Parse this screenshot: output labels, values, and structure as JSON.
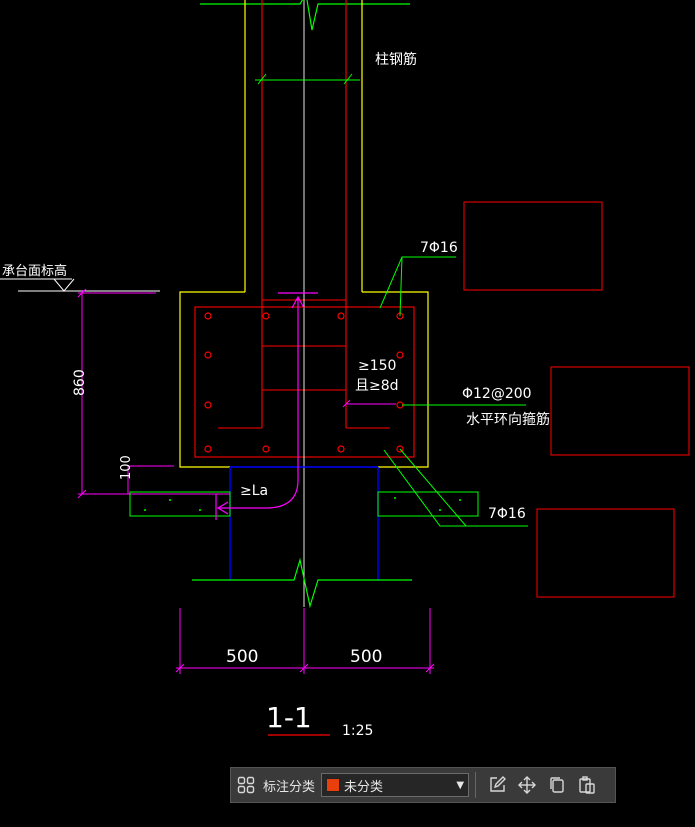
{
  "colors": {
    "background": "#000000",
    "green": "#00ff00",
    "red": "#ff0000",
    "yellow": "#ffff00",
    "magenta": "#ff00ff",
    "blue": "#0000ff",
    "white": "#ffffff",
    "swatch": "#e8400c"
  },
  "drawing": {
    "label_column_rebar": "柱钢筋",
    "label_top_rebar": "7Φ16",
    "label_cap_top_elevation": "承台面标高",
    "dim_depth": "860",
    "label_min_150": "≥150",
    "label_and_8d": "且≥8d",
    "label_stirrup_spec": "Φ12@200",
    "label_stirrup_name": "水平环向箍筋",
    "dim_cover": "100",
    "label_anchor": "≥La",
    "label_bottom_rebar": "7Φ16",
    "dim_left": "500",
    "dim_right": "500",
    "section_title": "1-1",
    "section_scale": "1:25"
  },
  "toolbar": {
    "label": "标注分类",
    "selected_value": "未分类",
    "icons": [
      "grid-icon",
      "edit-icon",
      "move-icon",
      "copy-icon",
      "paste-icon"
    ]
  }
}
